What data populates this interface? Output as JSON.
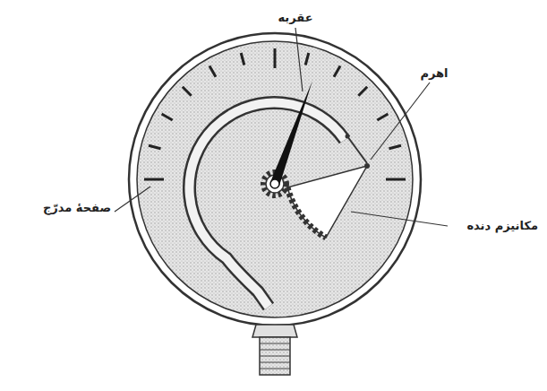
{
  "diagram": {
    "labels": [
      "عقربه",
      "اهرم",
      "مکانیزم دنده",
      "صفحهٔ مدرّج"
    ]
  }
}
